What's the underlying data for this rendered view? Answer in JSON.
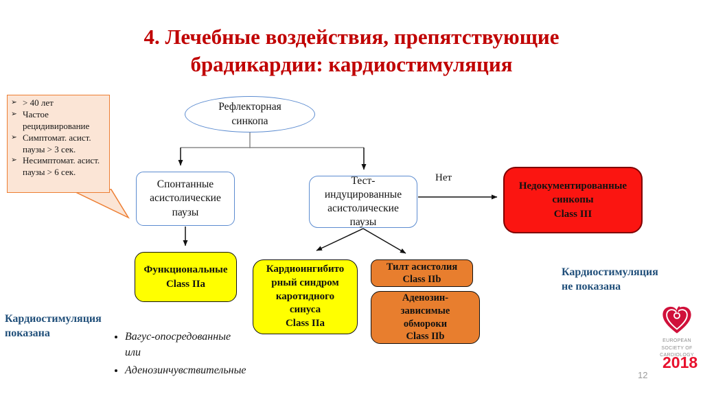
{
  "title": {
    "line1": "4. Лечебные воздействия, препятствующие",
    "line2": "брадикардии: кардиостимуляция"
  },
  "callout": {
    "marker": "➢",
    "items": [
      "> 40 лет",
      "Частое рецидивирование",
      "Симптомат. асист. паузы > 3 сек.",
      "Несимптомат.  асист.  паузы  >  6 сек."
    ]
  },
  "flow": {
    "root": "Рефлекторная\nсинкопа",
    "spontaneous": "Спонтанные\nасистолические\nпаузы",
    "test_induced": "Тест-\nиндуцированные\nасистолические\nпаузы",
    "no_label": "Нет",
    "undocumented": "Недокументированные\nсинкопы\nClass III",
    "functional": "Функциональные\nClass IIa",
    "carotid": "Кардиоингибито\nрный синдром\nкаротидного\nсинуса\nClass IIa",
    "tilt": "Тилт асистолия\nClass IIb",
    "adenosine": "Аденозин-\nзависимые\nобмороки\nClass IIb"
  },
  "labels": {
    "pacing_indicated": "Кардиостимуляция\nпоказана",
    "pacing_not_indicated": "Кардиостимуляция\nне показана"
  },
  "notes": {
    "items": [
      "Вагус-опосредованные или",
      "Аденозинчувствительные"
    ]
  },
  "footer": {
    "logo_text": "EUROPEAN\nSOCIETY OF\nCARDIOLOGY",
    "year": "2018",
    "page_number": "12"
  },
  "colors": {
    "title_red": "#C00000",
    "box_red": "#FB1511",
    "box_red_border": "#7F0000",
    "box_yellow": "#FFFF00",
    "box_orange": "#E87E2E",
    "callout_bg": "#FBE5D6",
    "callout_border": "#ED7D31",
    "outline_blue": "#5B8BD0",
    "label_blue": "#1F4E79",
    "esc_red": "#D0103A"
  }
}
